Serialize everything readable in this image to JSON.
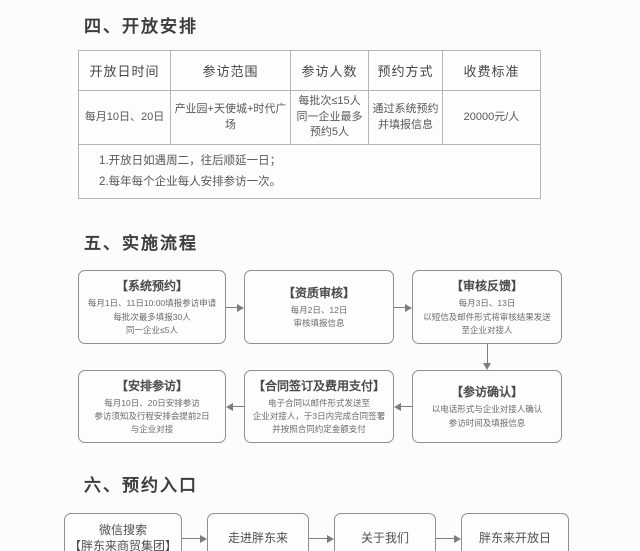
{
  "section4": {
    "title": "四、开放安排",
    "table": {
      "headers": [
        "开放日时间",
        "参访范围",
        "参访人数",
        "预约方式",
        "收费标准"
      ],
      "row": {
        "open_time": "每月10日、20日",
        "scope": "产业园+天使城+时代广场",
        "visitors": "每批次≤15人\n同一企业最多\n预约5人",
        "method": "通过系统预约\n并填报信息",
        "fee": "20000元/人"
      },
      "notes": [
        "1.开放日如遇周二，往后顺延一日；",
        "2.每年每个企业每人安排参访一次。"
      ]
    }
  },
  "section5": {
    "title": "五、实施流程",
    "boxes": [
      {
        "title": "【系统预约】",
        "lines": [
          "每月1日、11日10:00填报参访申请",
          "每批次最多填报30人",
          "同一企业≤5人"
        ]
      },
      {
        "title": "【资质审核】",
        "lines": [
          "每月2日、12日",
          "审核填报信息"
        ]
      },
      {
        "title": "【审核反馈】",
        "lines": [
          "每月3日、13日",
          "以短信及邮件形式将审核结果发送",
          "至企业对接人"
        ]
      },
      {
        "title": "【参访确认】",
        "lines": [
          "以电话形式与企业对接人确认",
          "参访时间及填报信息"
        ]
      },
      {
        "title": "【合同签订及费用支付】",
        "lines": [
          "电子合同以邮件形式发送至",
          "企业对接人，于3日内完成合同签署",
          "并按照合同约定金额支付"
        ]
      },
      {
        "title": "【安排参访】",
        "lines": [
          "每月10日、20日安排参访",
          "参访须知及行程安排会提前2日",
          "与企业对接"
        ]
      }
    ]
  },
  "section6": {
    "title": "六、预约入口",
    "steps": [
      {
        "lines": [
          "微信搜索",
          "【胖东来商贸集团】"
        ]
      },
      {
        "lines": [
          "走进胖东来"
        ]
      },
      {
        "lines": [
          "关于我们"
        ]
      },
      {
        "lines": [
          "胖东来开放日"
        ]
      }
    ]
  }
}
